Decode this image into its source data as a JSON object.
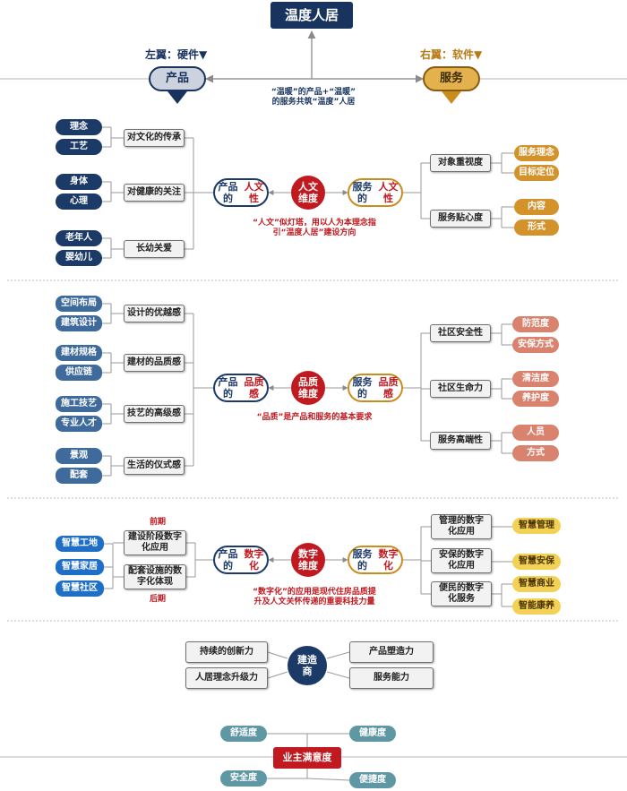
{
  "title": "温度人居",
  "left_wing": {
    "label": "左翼：硬件▼",
    "pill": "产品"
  },
  "right_wing": {
    "label": "右翼：软件▼",
    "pill": "服务"
  },
  "intro_note": "“温暖”的产品+“温暖”\n的服务共筑“温度”人居",
  "section1": {
    "left_pairs": [
      [
        "理念",
        "工艺"
      ],
      [
        "身体",
        "心理"
      ],
      [
        "老年人",
        "婴幼儿"
      ]
    ],
    "left_groups": [
      "对文化的传承",
      "对健康的关注",
      "长幼关爱"
    ],
    "product_lens": [
      "产品的",
      "人文性"
    ],
    "hub": "人文\n维度",
    "service_lens": [
      "服务的",
      "人文性"
    ],
    "right_groups": [
      "对象重视度",
      "服务贴心度"
    ],
    "right_items": [
      [
        "服务理念",
        "目标定位"
      ],
      [
        "内容",
        "形式"
      ]
    ],
    "note": "“人文”似灯塔，用以人为本理念指\n引“温度人居”建设方向"
  },
  "section2": {
    "left_pairs": [
      [
        "空间布局",
        "建筑设计"
      ],
      [
        "建材规格",
        "供应链"
      ],
      [
        "施工技艺",
        "专业人才"
      ],
      [
        "景观",
        "配套"
      ]
    ],
    "left_groups": [
      "设计的优越感",
      "建材的品质感",
      "技艺的高级感",
      "生活的仪式感"
    ],
    "product_lens": [
      "产品的",
      "品质感"
    ],
    "hub": "品质\n维度",
    "service_lens": [
      "服务的",
      "品质感"
    ],
    "right_groups": [
      "社区安全性",
      "社区生命力",
      "服务高端性"
    ],
    "right_items": [
      [
        "防范度",
        "安保方式"
      ],
      [
        "清洁度",
        "养护度"
      ],
      [
        "人员",
        "方式"
      ]
    ],
    "note": "“品质”是产品和服务的基本要求"
  },
  "section3": {
    "left_items": [
      "智慧工地",
      "智慧家居",
      "智慧社区"
    ],
    "left_groups": [
      "建设阶段数字\n化应用",
      "配套设施的数\n字化体现"
    ],
    "phase_labels": [
      "前期",
      "后期"
    ],
    "product_lens": [
      "产品的",
      "数字化"
    ],
    "hub": "数字\n维度",
    "service_lens": [
      "服务的",
      "数字化"
    ],
    "right_groups": [
      "管理的数字\n化应用",
      "安保的数字\n化应用",
      "便民的数字\n化服务"
    ],
    "right_items": [
      "智慧管理",
      "智慧安保",
      "智慧商业",
      "智能康养"
    ],
    "note": "“数字化”的应用是现代住房品质提\n升及人文关怀传递的重要科技力量"
  },
  "section4": {
    "hub": "建造\n商",
    "left_items": [
      "持续的创新力",
      "人居理念升级力"
    ],
    "right_items": [
      "产品塑造力",
      "服务能力"
    ]
  },
  "section5": {
    "center": "业主满意度",
    "items": [
      "舒适度",
      "健康度",
      "安全度",
      "便捷度"
    ]
  },
  "colors": {
    "navy": "#17335e",
    "red": "#c0191f",
    "gold": "#e4b24c",
    "orange": "#d4922b",
    "salmon": "#d9826e",
    "yellow": "#f3d154",
    "teal": "#5f97a4"
  }
}
